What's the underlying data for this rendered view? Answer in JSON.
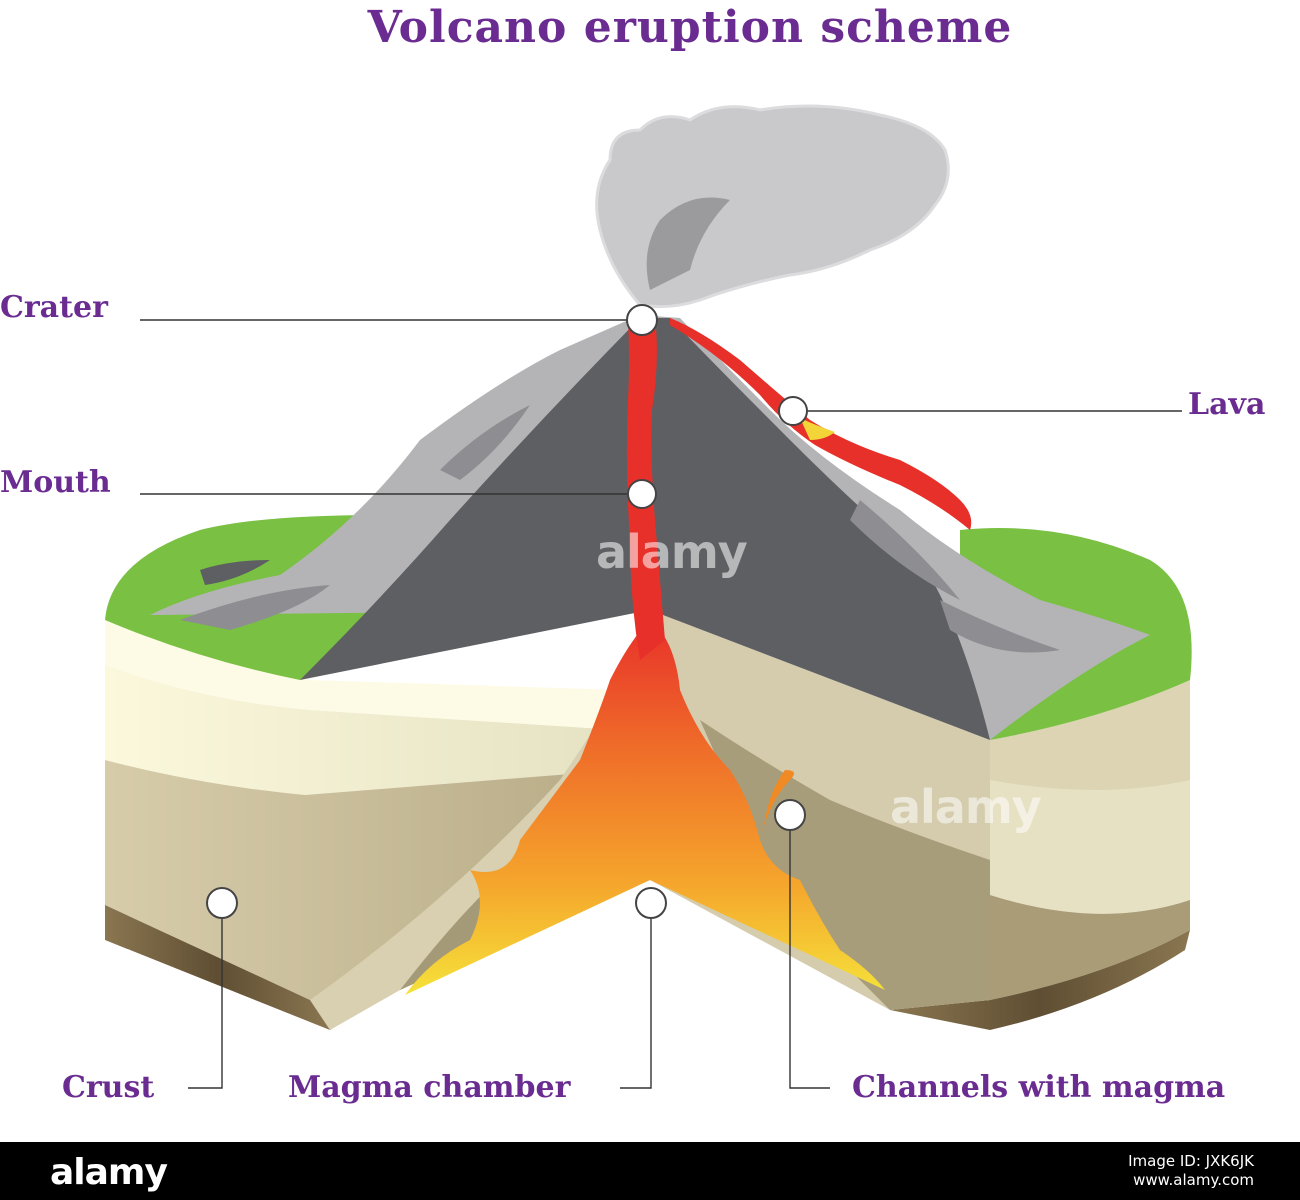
{
  "title": "Volcano  eruption scheme",
  "labels": {
    "crater": "Crater",
    "mouth": "Mouth",
    "lava": "Lava",
    "crust": "Crust",
    "magma_chamber": "Magma chamber",
    "channels": "Channels with magma"
  },
  "watermark": "alamy",
  "footer": {
    "logo": "alamy",
    "image_id_line": "Image ID: JXK6JK",
    "site_line": "www.alamy.com"
  },
  "colors": {
    "title": "#6a2c91",
    "grass": "#79c043",
    "ash": "#b4b4b6",
    "cone_section": "#5e5f63",
    "lava_red": "#e8302a",
    "magma_orange": "#f08a24",
    "magma_yellow": "#f3d53a"
  }
}
